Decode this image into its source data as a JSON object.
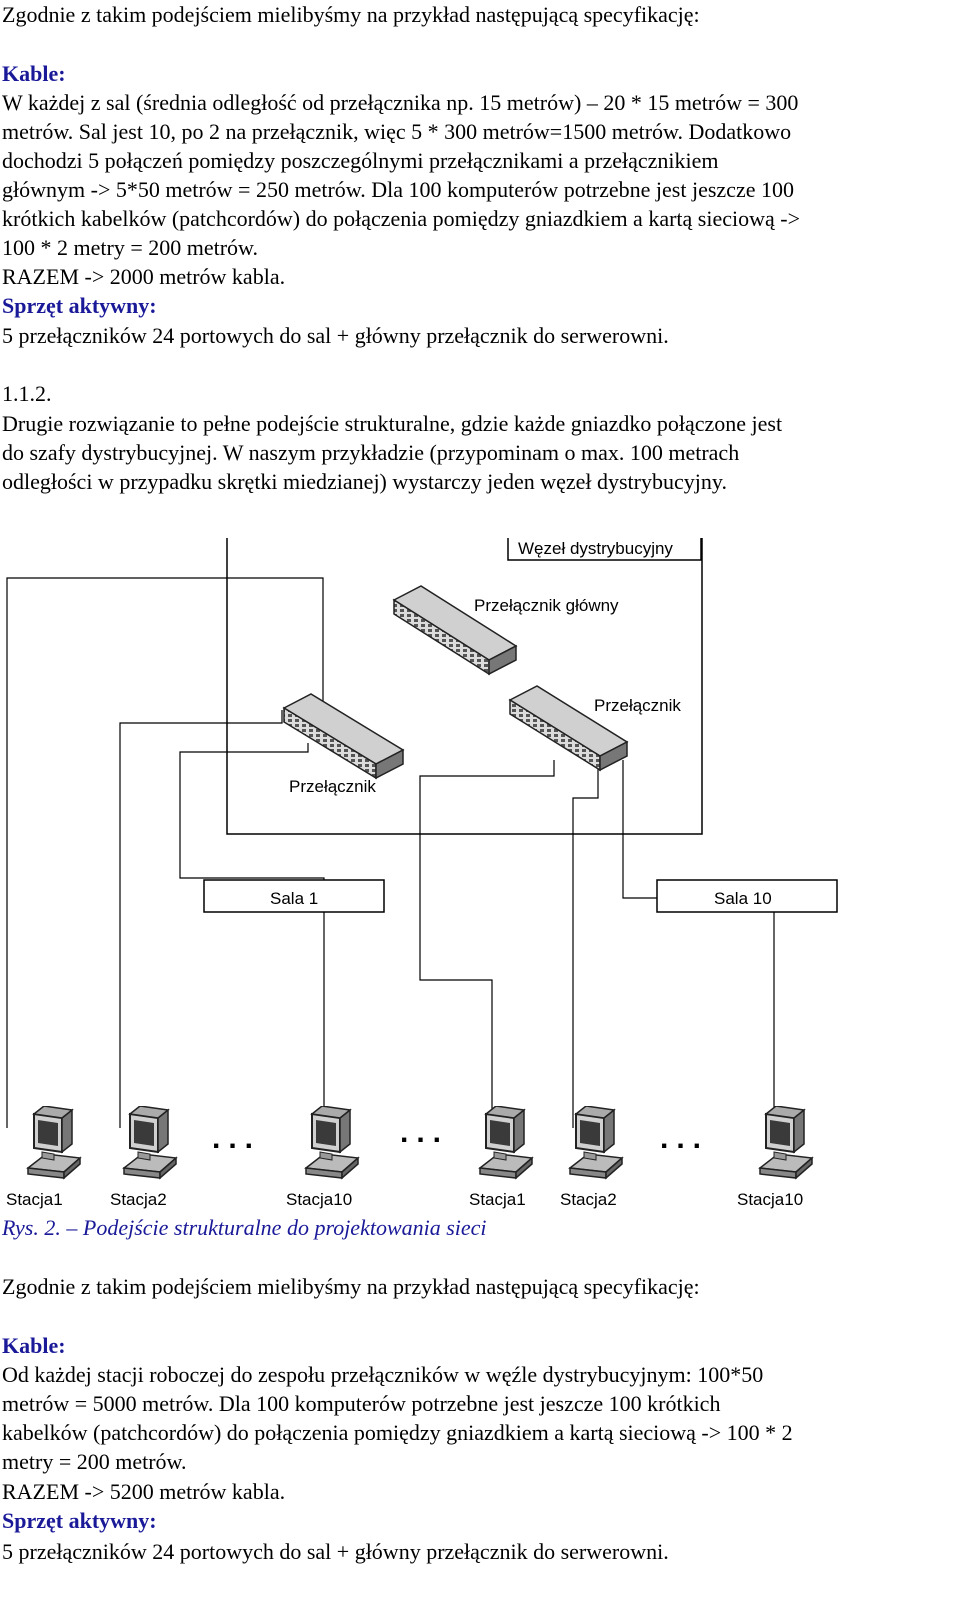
{
  "para1": {
    "intro": "Zgodnie z takim podejściem mielibyśmy na przykład następującą specyfikację:",
    "cables_heading": "Kable:",
    "lines": [
      "W każdej z sal (średnia odległość od przełącznika np. 15 metrów) – 20 * 15 metrów = 300",
      "metrów. Sal jest 10, po 2 na przełącznik, więc 5 * 300 metrów=1500 metrów. Dodatkowo",
      "dochodzi 5 połączeń pomiędzy poszczególnymi przełącznikami a przełącznikiem",
      "głównym -> 5*50 metrów = 250 metrów. Dla 100 komputerów potrzebne jest jeszcze 100",
      "krótkich kabelków (patchcordów) do połączenia pomiędzy gniazdkiem a kartą sieciową ->",
      "100 * 2 metry = 200 metrów.",
      "RAZEM -> 2000 metrów kabla."
    ],
    "active_heading": "Sprzęt aktywny:",
    "active_line": "5 przełączników 24 portowych do sal + główny przełącznik do serwerowni."
  },
  "section": {
    "number": "1.1.2.",
    "lines": [
      "Drugie rozwiązanie to pełne podejście strukturalne, gdzie każde gniazdko połączone jest",
      "do szafy dystrybucyjnej. W naszym przykładzie (przypominam o max. 100 metrach",
      "odległości w przypadku skrętki miedzianej) wystarczy jeden węzeł dystrybucyjny."
    ]
  },
  "diagram": {
    "node_label": "Węzeł dystrybucyjny",
    "main_switch_label": "Przełącznik główny",
    "switch_left_label": "Przełącznik",
    "switch_right_label": "Przełącznik",
    "room1_label": "Sala 1",
    "room10_label": "Sala 10",
    "ellipsis": "...",
    "stations": [
      "Stacja1",
      "Stacja2",
      "Stacja10",
      "Stacja1",
      "Stacja2",
      "Stacja10"
    ]
  },
  "caption": {
    "prefix": "Rys. 2.",
    "text": "– Podejście strukturalne do projektowania sieci"
  },
  "para2": {
    "intro": "Zgodnie z takim podejściem mielibyśmy na przykład następującą specyfikację:",
    "cables_heading": "Kable:",
    "lines": [
      "Od każdej stacji roboczej do zespołu przełączników w węźle dystrybucyjnym: 100*50",
      "metrów = 5000 metrów. Dla 100 komputerów potrzebne jest jeszcze 100 krótkich",
      "kabelków (patchcordów) do połączenia pomiędzy gniazdkiem a kartą sieciową -> 100 * 2",
      "metry = 200 metrów.",
      "RAZEM -> 5200 metrów kabla."
    ],
    "active_heading": "Sprzęt aktywny:",
    "active_line": "5 przełączników 24 portowych do sal + główny przełącznik do serwerowni."
  }
}
